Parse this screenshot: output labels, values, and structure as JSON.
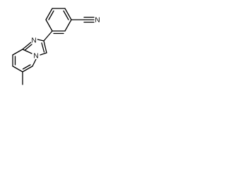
{
  "molecule": {
    "atoms": {
      "imidazole_n": "N",
      "bridgehead_n": "N",
      "nitrile_n": "N"
    },
    "colors": {
      "bond": "#000000",
      "background": "#ffffff"
    }
  }
}
